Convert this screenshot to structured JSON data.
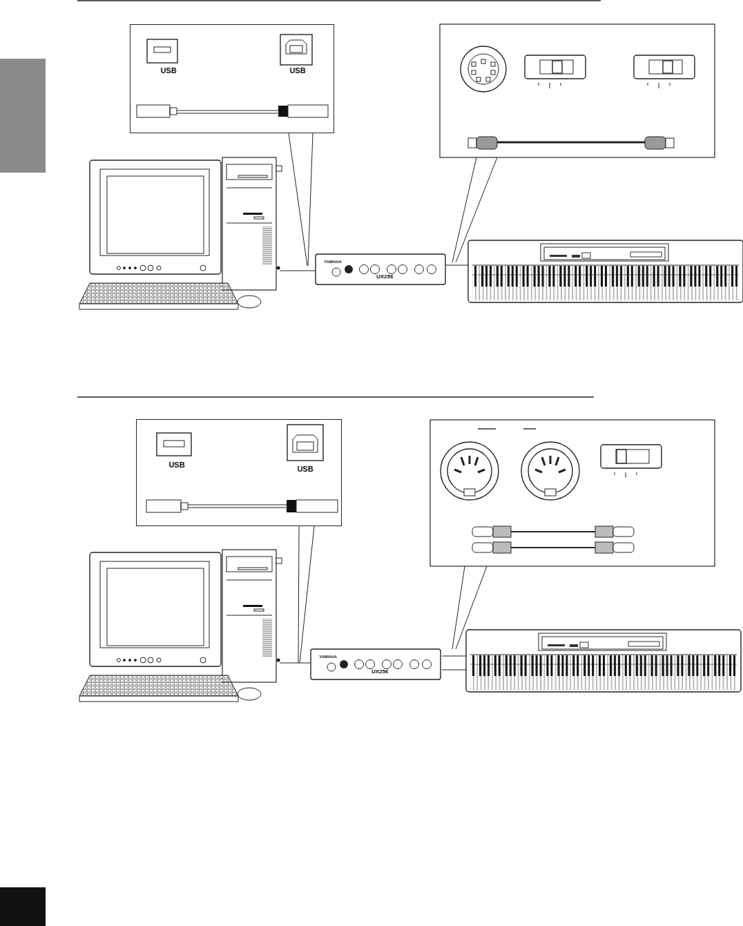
{
  "diagram": {
    "nodes": [
      {
        "text": [
          "USB",
          "USB"
        ]
      },
      {
        "text": [
          "USB",
          "USB"
        ]
      }
    ],
    "labels": [
      "YAMAHA",
      "UX256",
      "YAMAHA",
      "UX256"
    ]
  }
}
